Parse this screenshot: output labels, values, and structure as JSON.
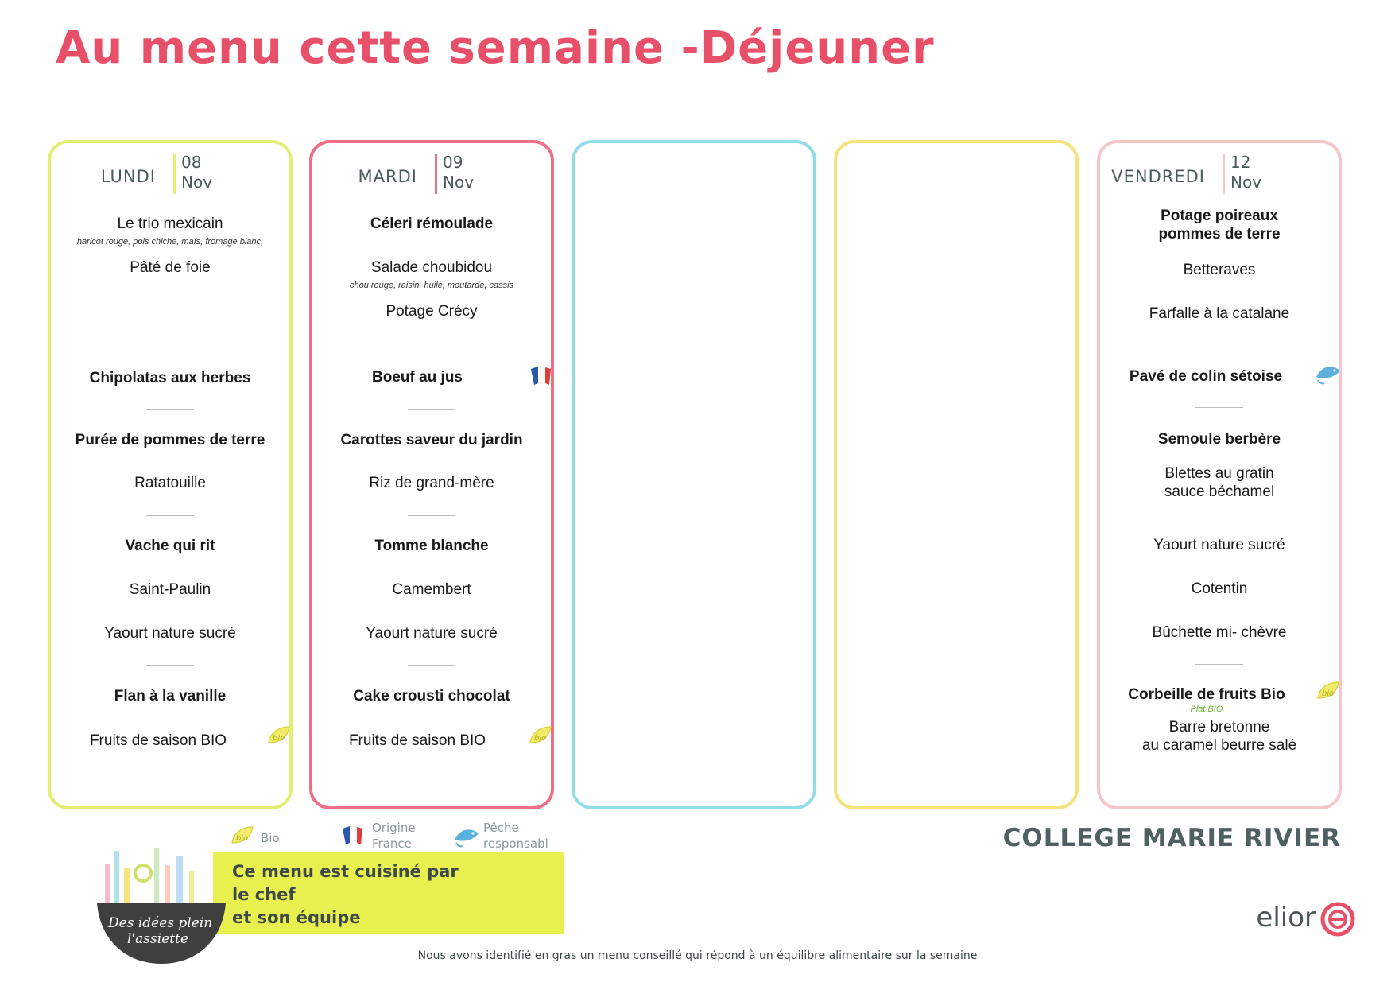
{
  "title": "Au menu cette semaine -Déjeuner",
  "colors": {
    "title": "#e8506a",
    "lundi": "#e3ee74",
    "mardi": "#ef6f86",
    "mercredi": "#92dde8",
    "jeudi": "#f4e27c",
    "vendredi": "#f6c6c8",
    "chef_box": "#e8f04f"
  },
  "days": {
    "lundi": {
      "name": "LUNDI",
      "day": "08",
      "month": "Nov",
      "items": [
        "Le trio mexicain",
        "haricot rouge, pois chiche, maïs, fromage blanc,",
        "Pâté de foie",
        "Chipolatas aux herbes",
        "Purée de pommes de terre",
        "Ratatouille",
        "Vache qui rit",
        "Saint-Paulin",
        "Yaourt nature sucré",
        "Flan à la vanille",
        "Fruits de saison BIO"
      ]
    },
    "mardi": {
      "name": "MARDI",
      "day": "09",
      "month": "Nov",
      "items": [
        "Céleri rémoulade",
        "Salade choubidou",
        "chou rouge, raisin, huile, moutarde, cassis",
        "Potage Crécy",
        "Boeuf au jus",
        "Carottes saveur du jardin",
        "Riz de grand-mère",
        "Tomme blanche",
        "Camembert",
        "Yaourt nature sucré",
        "Cake crousti chocolat",
        "Fruits de saison BIO"
      ]
    },
    "vendredi": {
      "name": "VENDREDI",
      "day": "12",
      "month": "Nov",
      "items": [
        "Potage poireaux",
        "pommes de terre",
        "Betteraves",
        "Farfalle à la catalane",
        "Pavé  de colin sétoise",
        "Semoule berbère",
        "Blettes au gratin",
        "sauce béchamel",
        "Yaourt nature sucré",
        "Cotentin",
        "Bûchette mi- chèvre",
        "Corbeille de fruits Bio",
        "Plat BIO",
        "Barre bretonne",
        "au caramel beurre salé"
      ]
    }
  },
  "legend": {
    "bio": "Bio",
    "origine_1": "Origine",
    "origine_2": "France",
    "peche_1": "Pêche",
    "peche_2": "responsabl"
  },
  "chef": {
    "line1": "Ce menu est cuisiné par",
    "line2": "le chef",
    "line3": "et son équipe",
    "logo_1": "Des idées plein",
    "logo_2": "l'assiette"
  },
  "college": "COLLEGE MARIE RIVIER",
  "brand": "elior",
  "footnote": "Nous avons identifié en gras un menu conseillé qui répond à un équilibre alimentaire sur la semaine"
}
